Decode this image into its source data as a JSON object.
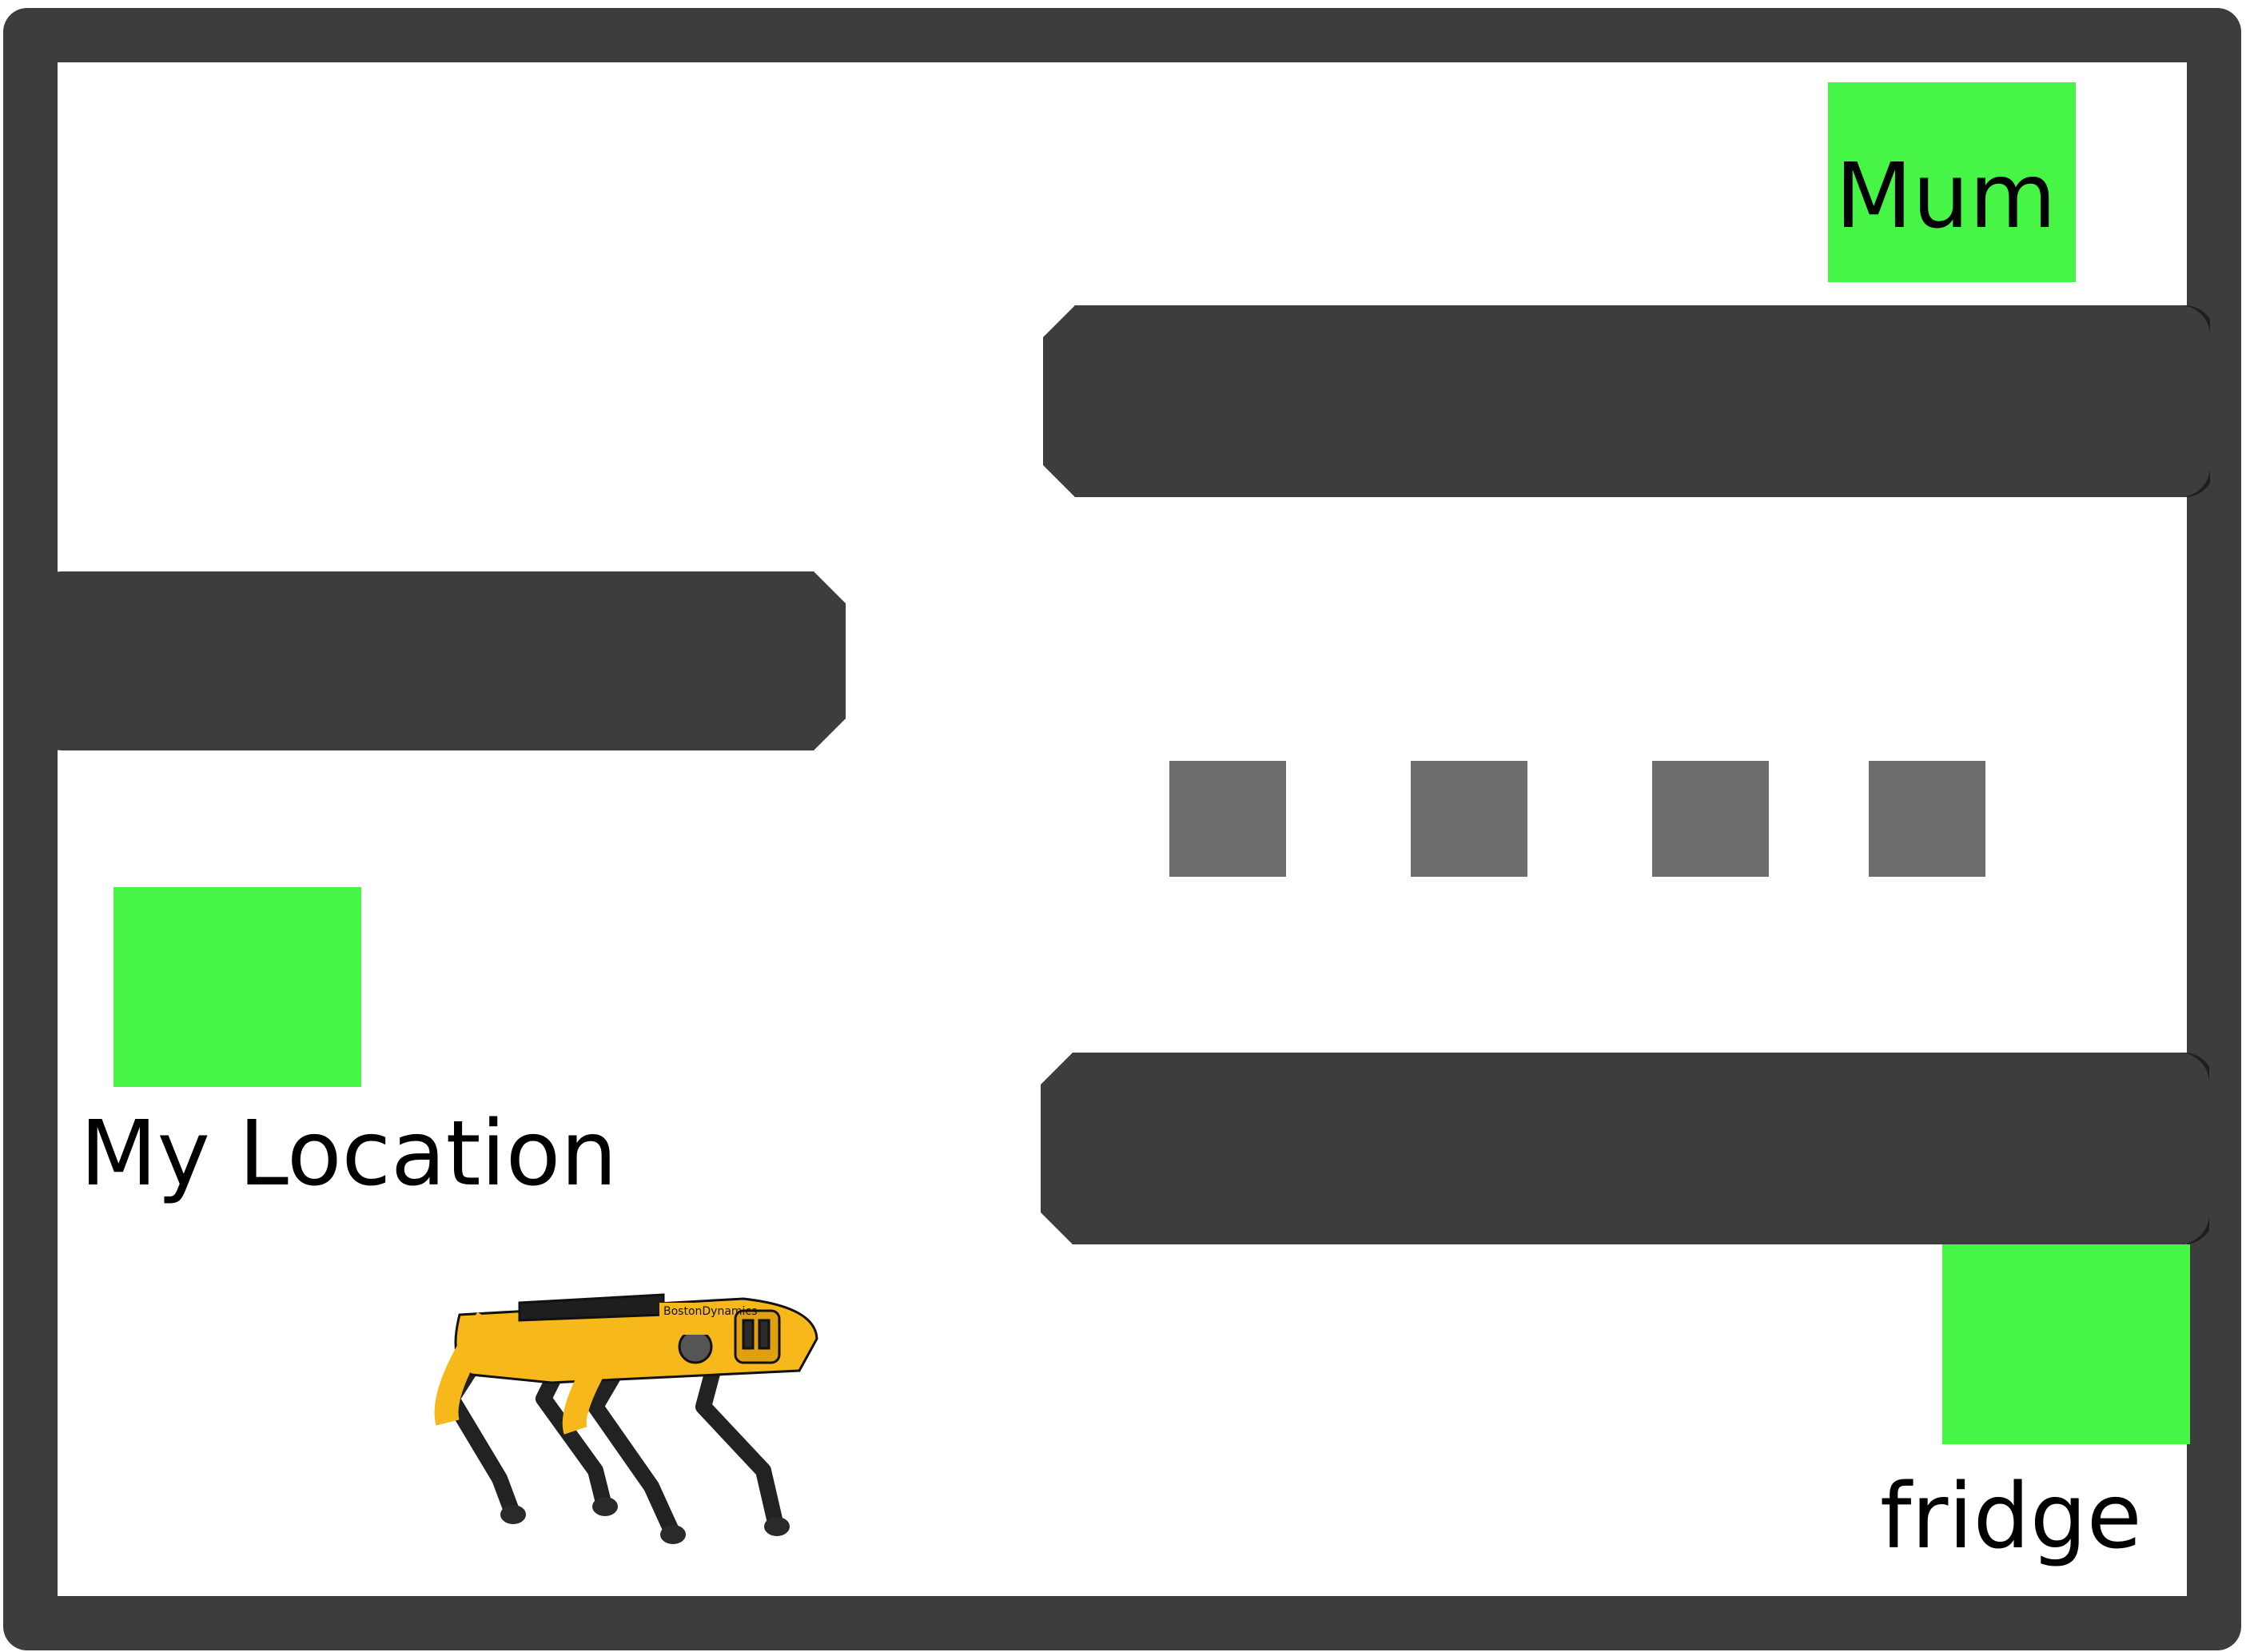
{
  "map": {
    "locations": [
      {
        "id": "mum",
        "label": "Mum"
      },
      {
        "id": "my-location",
        "label": "My Location"
      },
      {
        "id": "fridge",
        "label": "fridge"
      }
    ],
    "obstacle_count": 4,
    "robot": {
      "icon": "robot-dog-icon",
      "brand_text": "BostonDynamics"
    }
  },
  "colors": {
    "wall": "#3d3d3d",
    "location_marker": "#46f546",
    "obstacle": "#6d6d6d",
    "robot_body": "#f7b81c",
    "robot_legs": "#222222"
  }
}
